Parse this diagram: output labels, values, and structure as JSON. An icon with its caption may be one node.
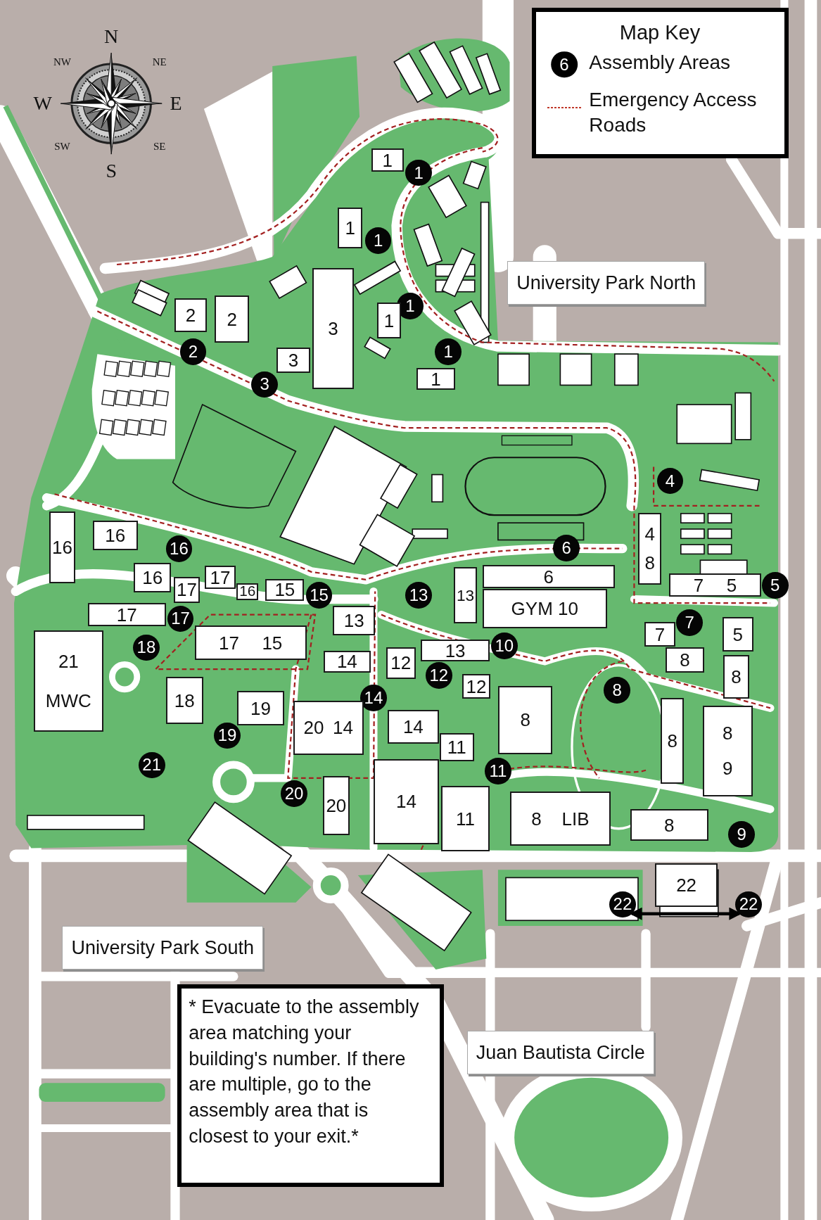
{
  "diagram": {
    "nodes": [
      {
        "text": [
          "1"
        ]
      },
      {
        "text": [
          "1"
        ]
      },
      {
        "text": [
          "1"
        ]
      },
      {
        "text": [
          "1"
        ]
      },
      {
        "text": [
          "University Park North"
        ]
      },
      {
        "text": [
          "3"
        ]
      },
      {
        "text": [
          "1"
        ]
      },
      {
        "text": [
          "2"
        ]
      },
      {
        "text": [
          "2"
        ]
      },
      {
        "text": [
          "1"
        ]
      },
      {
        "text": [
          "1"
        ]
      },
      {
        "text": [
          "2"
        ]
      },
      {
        "text": [
          "3"
        ]
      },
      {
        "text": [
          "1"
        ]
      },
      {
        "text": [
          "3"
        ]
      },
      {
        "text": [
          "4"
        ]
      },
      {
        "text": [
          "16"
        ]
      },
      {
        "text": [
          "16"
        ]
      },
      {
        "text": [
          "4",
          "8"
        ]
      },
      {
        "text": [
          "6"
        ]
      },
      {
        "text": [
          "16"
        ]
      },
      {
        "text": [
          "16"
        ]
      },
      {
        "text": [
          "17"
        ]
      },
      {
        "text": [
          "6"
        ]
      },
      {
        "text": [
          "13"
        ]
      },
      {
        "text": [
          "7",
          "5"
        ]
      },
      {
        "text": [
          "5"
        ]
      },
      {
        "text": [
          "17"
        ]
      },
      {
        "text": [
          "16"
        ]
      },
      {
        "text": [
          "15"
        ]
      },
      {
        "text": [
          "15"
        ]
      },
      {
        "text": [
          "13"
        ]
      },
      {
        "text": [
          "GYM 10"
        ]
      },
      {
        "text": [
          "17"
        ]
      },
      {
        "text": [
          "17"
        ]
      },
      {
        "text": [
          "13"
        ]
      },
      {
        "text": [
          "17",
          "15"
        ]
      },
      {
        "text": [
          "7"
        ]
      },
      {
        "text": [
          "7"
        ]
      },
      {
        "text": [
          "5"
        ]
      },
      {
        "text": [
          "10"
        ]
      },
      {
        "text": [
          "18"
        ]
      },
      {
        "text": [
          "13"
        ]
      },
      {
        "text": [
          "8"
        ]
      },
      {
        "text": [
          "14"
        ]
      },
      {
        "text": [
          "12"
        ]
      },
      {
        "text": [
          "12"
        ]
      },
      {
        "text": [
          "8"
        ]
      },
      {
        "text": [
          "21",
          "MWC"
        ]
      },
      {
        "text": [
          "12"
        ]
      },
      {
        "text": [
          "8"
        ]
      },
      {
        "text": [
          "14"
        ]
      },
      {
        "text": [
          "18"
        ]
      },
      {
        "text": [
          "19"
        ]
      },
      {
        "text": [
          "8"
        ]
      },
      {
        "text": [
          "14"
        ]
      },
      {
        "text": [
          "20",
          "14"
        ]
      },
      {
        "text": [
          "19"
        ]
      },
      {
        "text": [
          "8"
        ]
      },
      {
        "text": [
          "11"
        ]
      },
      {
        "text": [
          "8",
          "9"
        ]
      },
      {
        "text": [
          "21"
        ]
      },
      {
        "text": [
          "11"
        ]
      },
      {
        "text": [
          "20"
        ]
      },
      {
        "text": [
          "14"
        ]
      },
      {
        "text": [
          "20"
        ]
      },
      {
        "text": [
          "11"
        ]
      },
      {
        "text": [
          "8",
          "LIB"
        ]
      },
      {
        "text": [
          "8"
        ]
      },
      {
        "text": [
          "9"
        ]
      },
      {
        "text": [
          "22"
        ]
      },
      {
        "text": [
          "22"
        ]
      },
      {
        "text": [
          "22"
        ]
      },
      {
        "text": [
          "University Park South"
        ]
      },
      {
        "text": [
          "* Evacuate to the assembly area matching your building's number. If there are multiple, go to the assembly area that is closest to your exit.*"
        ]
      },
      {
        "text": [
          "Juan Bautista Circle"
        ]
      }
    ],
    "edges": [
      {
        "from": 71,
        "to": 72,
        "arrow": "both"
      }
    ],
    "labels": [
      "N",
      "NW",
      "NE",
      "W",
      "E",
      "SW",
      "SE",
      "S",
      "Map Key",
      "6"
    ],
    "legend": [
      {
        "text": "Assembly Areas"
      },
      {
        "text": "Emergency Access Roads"
      }
    ]
  }
}
